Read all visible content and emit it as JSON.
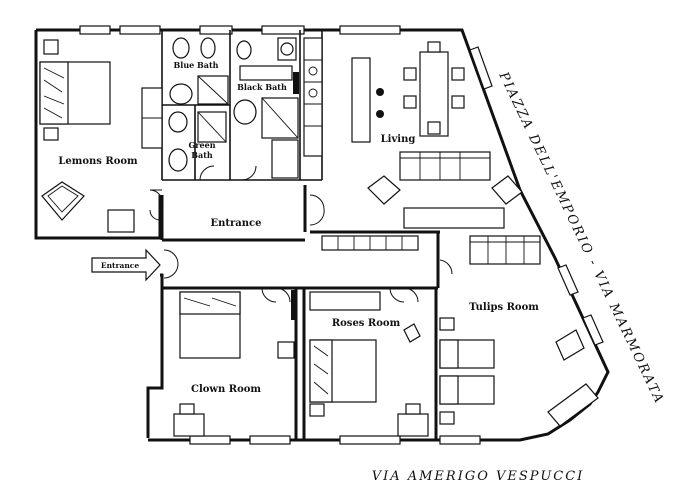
{
  "rooms": {
    "lemons": "Lemons Room",
    "blue_bath": "Blue Bath",
    "black_bath": "Black Bath",
    "green_bath_line1": "Green",
    "green_bath_line2": "Bath",
    "living": "Living",
    "entrance": "Entrance",
    "clown": "Clown Room",
    "roses": "Roses Room",
    "tulips": "Tulips Room"
  },
  "entrance_arrow": "Entrance",
  "streets": {
    "bottom": "VIA AMERIGO VESPUCCI",
    "diagonal": "PIAZZA DELL'EMPORIO - VIA MARMORATA"
  }
}
